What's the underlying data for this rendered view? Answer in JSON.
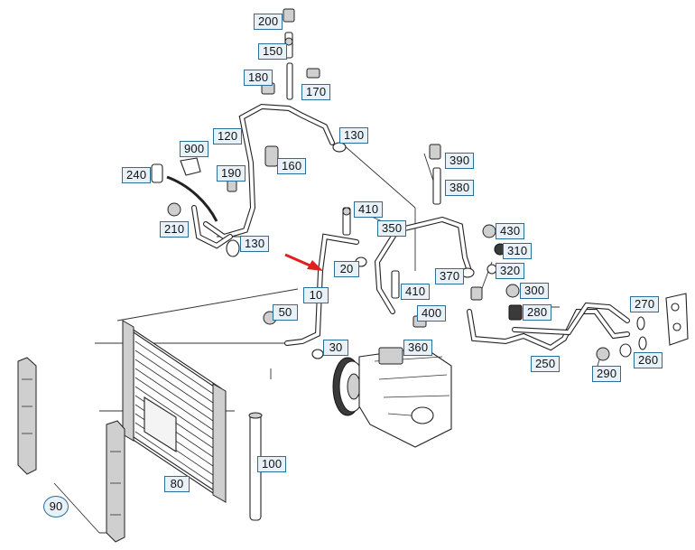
{
  "callouts": {
    "c200": "200",
    "c150": "150",
    "c180": "180",
    "c170": "170",
    "c120": "120",
    "c130a": "130",
    "c900": "900",
    "c160": "160",
    "c190": "190",
    "c240": "240",
    "c210": "210",
    "c130b": "130",
    "c410a": "410",
    "c350": "350",
    "c20": "20",
    "c390": "390",
    "c380": "380",
    "c430": "430",
    "c310": "310",
    "c370": "370",
    "c320": "320",
    "c10": "10",
    "c410b": "410",
    "c50": "50",
    "c400": "400",
    "c300": "300",
    "c280": "280",
    "c270": "270",
    "c30": "30",
    "c360": "360",
    "c250": "250",
    "c290": "290",
    "c260": "260",
    "c100": "100",
    "c80": "80",
    "c90": "90"
  },
  "colors": {
    "callout_border": "#2a6f9a",
    "callout_fill": "#e9f1f8",
    "arrow": "#e02020",
    "line": "#222222"
  }
}
